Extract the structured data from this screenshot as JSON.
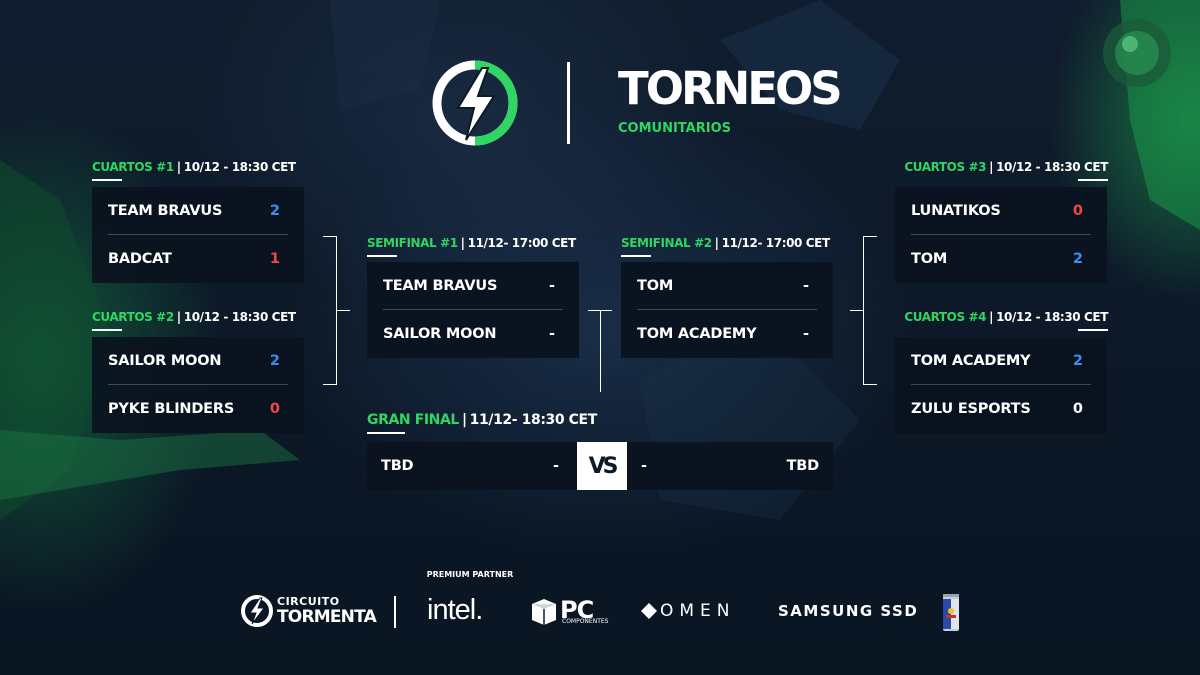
{
  "header": {
    "brand_title": "TORNEOS",
    "brand_subtitle": "COMUNITARIOS"
  },
  "quarterfinals": [
    {
      "stage": "CUARTOS #1",
      "date": "10/12 - 18:30 CET",
      "teams": [
        {
          "name": "TEAM BRAVUS",
          "score": "2"
        },
        {
          "name": "BADCAT",
          "score": "1"
        }
      ]
    },
    {
      "stage": "CUARTOS #2",
      "date": "10/12 - 18:30 CET",
      "teams": [
        {
          "name": "SAILOR MOON",
          "score": "2"
        },
        {
          "name": "PYKE BLINDERS",
          "score": "0"
        }
      ]
    },
    {
      "stage": "CUARTOS #3",
      "date": "10/12 - 18:30 CET",
      "teams": [
        {
          "name": "LUNATIKOS",
          "score": "0"
        },
        {
          "name": "TOM",
          "score": "2"
        }
      ]
    },
    {
      "stage": "CUARTOS #4",
      "date": "10/12 - 18:30 CET",
      "teams": [
        {
          "name": "TOM ACADEMY",
          "score": "2"
        },
        {
          "name": "ZULU ESPORTS",
          "score": "0"
        }
      ]
    }
  ],
  "semifinals": [
    {
      "stage": "SEMIFINAL #1",
      "date": "11/12- 17:00 CET",
      "teams": [
        {
          "name": "TEAM BRAVUS",
          "score": "-"
        },
        {
          "name": "SAILOR MOON",
          "score": "-"
        }
      ]
    },
    {
      "stage": "SEMIFINAL #2",
      "date": "11/12- 17:00 CET",
      "teams": [
        {
          "name": "TOM",
          "score": "-"
        },
        {
          "name": "TOM ACADEMY",
          "score": "-"
        }
      ]
    }
  ],
  "final": {
    "stage": "GRAN FINAL",
    "date": "11/12- 18:30 CET",
    "left_team": "TBD",
    "left_score": "-",
    "vs": "VS",
    "right_score": "-",
    "right_team": "TBD"
  },
  "footer": {
    "partner_label": "PREMIUM PARTNER",
    "circuito_line1": "CIRCUITO",
    "circuito_line2": "TORMENTA",
    "intel": "intel.",
    "pc": "PC",
    "pc_sub": "COMPONENTES",
    "omen": "OMEN",
    "samsung": "SAMSUNG SSD"
  },
  "colors": {
    "accent_green": "#2fd662",
    "win_blue": "#3b8ff0",
    "lose_red": "#f04848",
    "background": "#0d1a2a"
  }
}
